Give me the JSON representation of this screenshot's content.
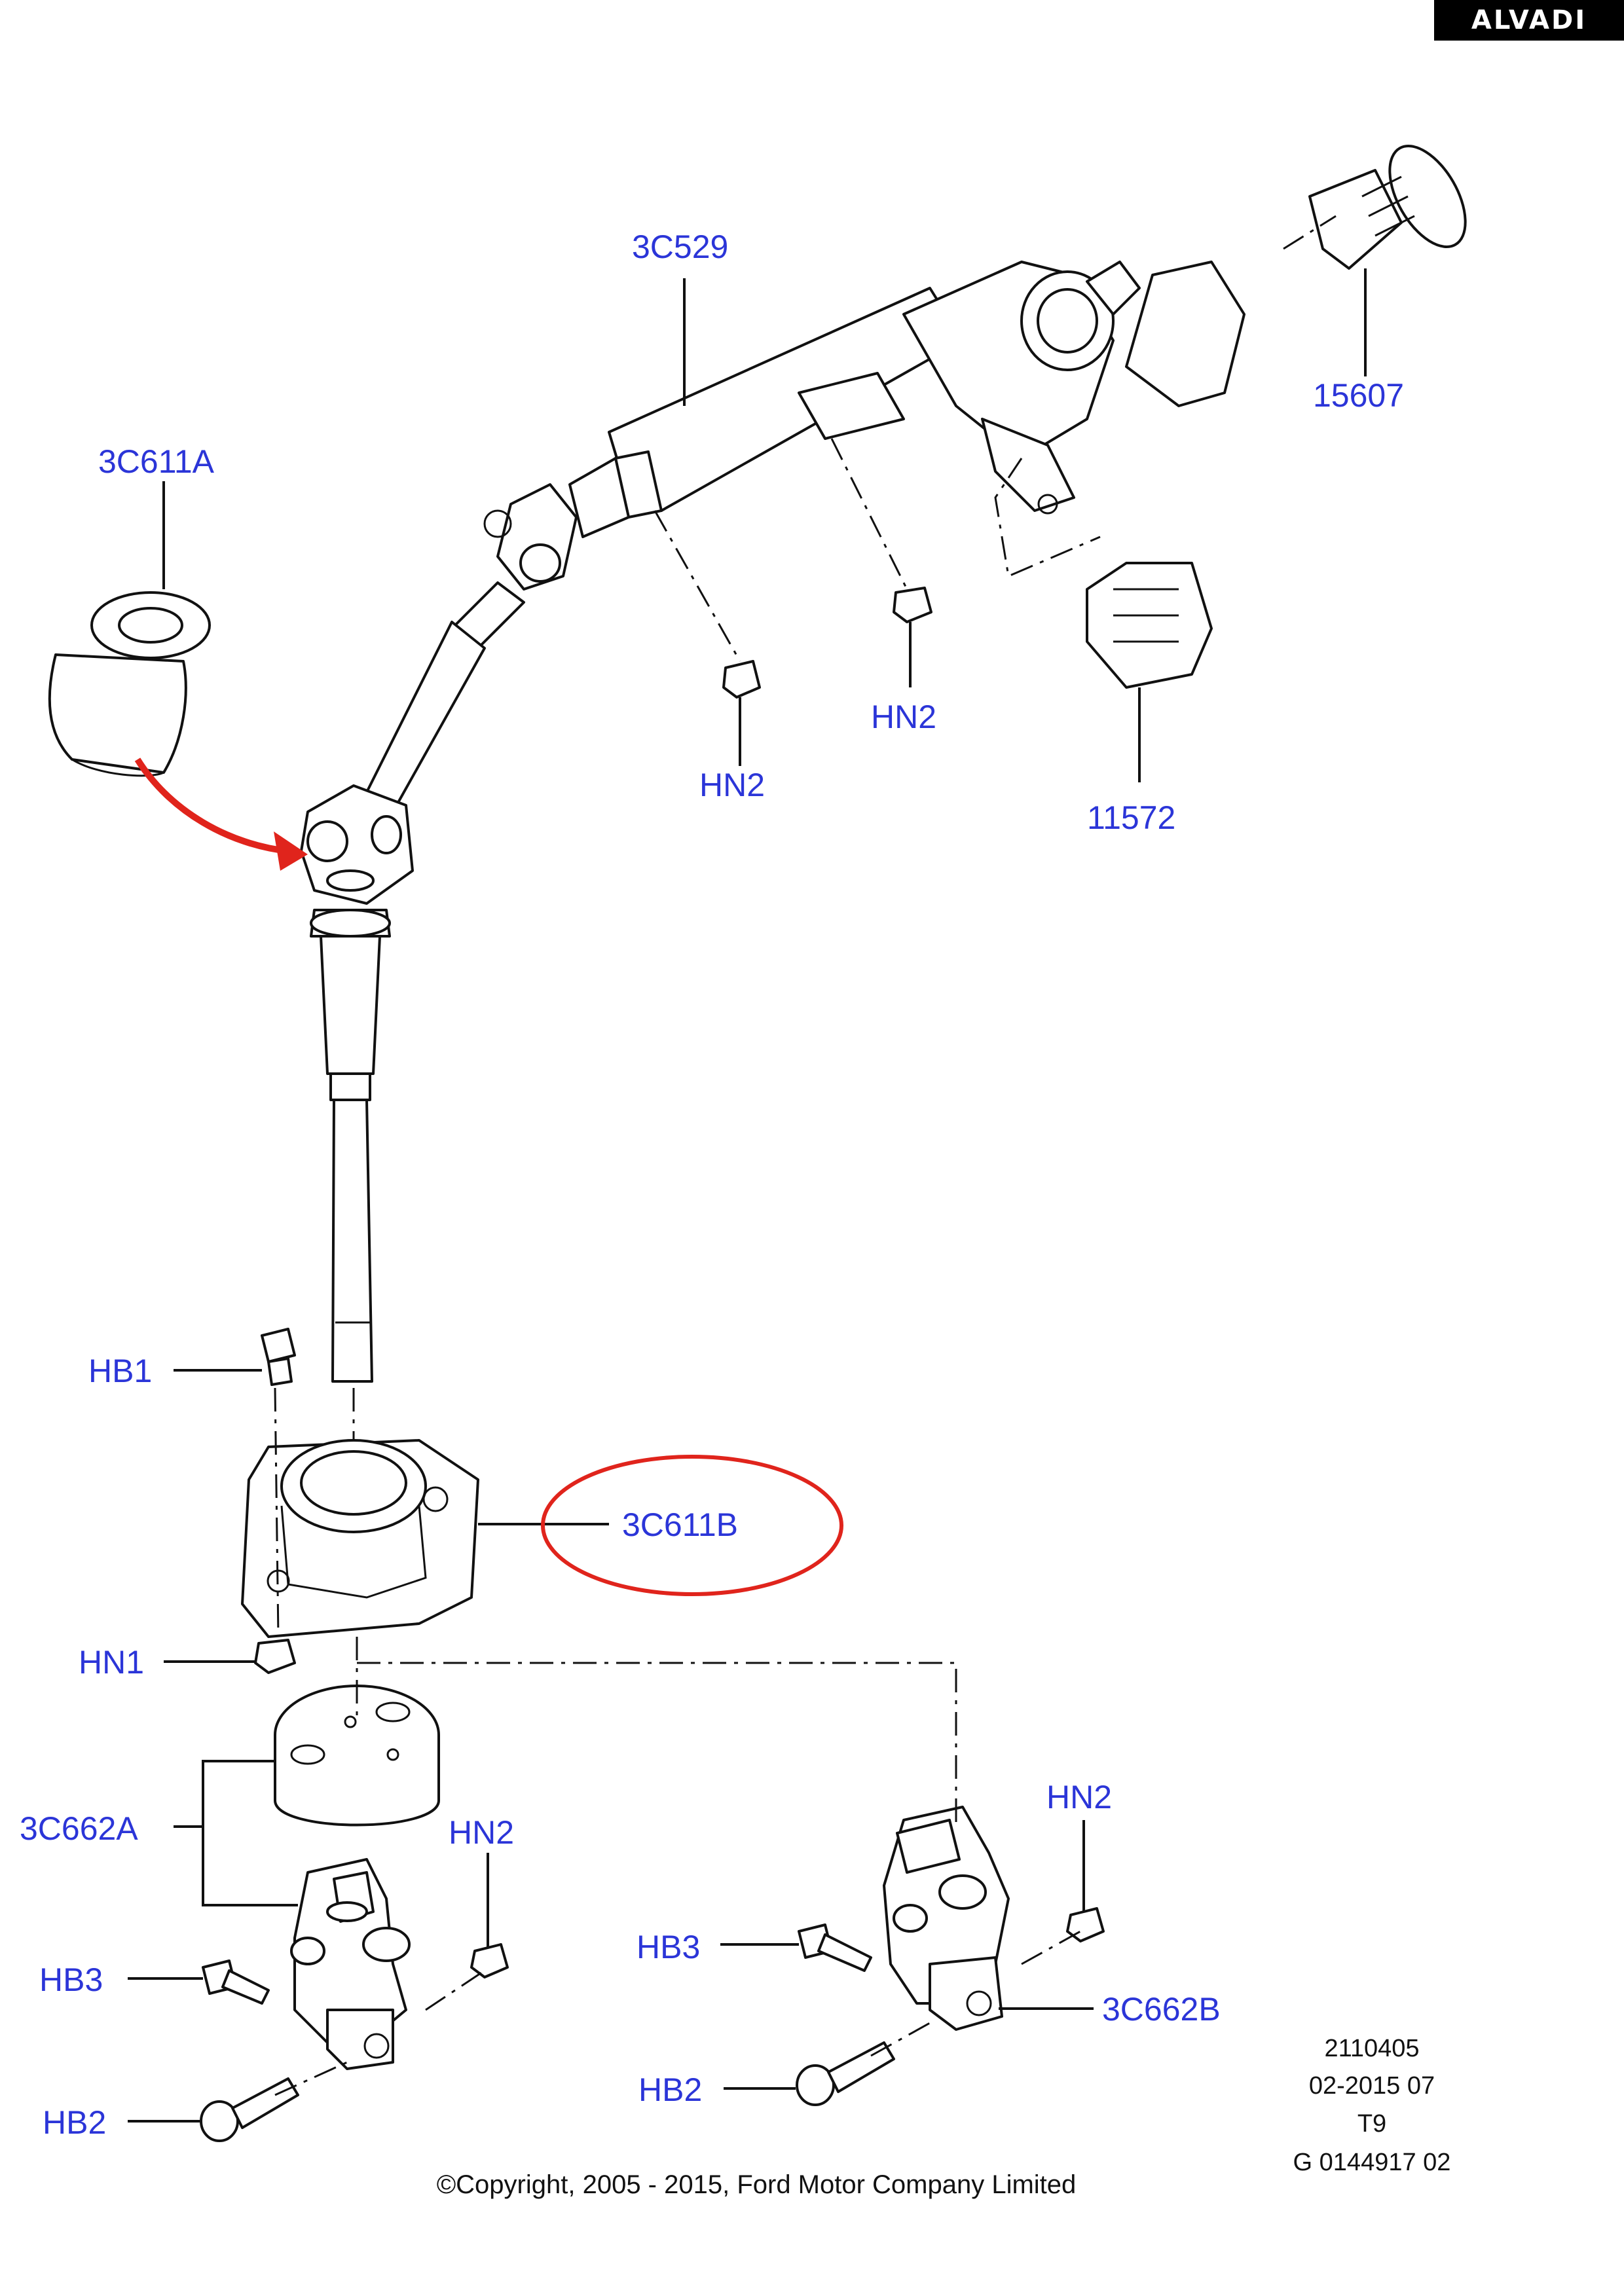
{
  "brand": {
    "watermark": "ALVADI"
  },
  "callouts": {
    "c_3c529": "3C529",
    "c_15607": "15607",
    "c_3c611a": "3C611A",
    "c_hn2_a": "HN2",
    "c_hn2_b": "HN2",
    "c_11572": "11572",
    "c_hb1": "HB1",
    "c_3c611b": "3C611B",
    "c_hn1": "HN1",
    "c_3c662a": "3C662A",
    "c_hn2_c": "HN2",
    "c_hn2_d": "HN2",
    "c_hb3_a": "HB3",
    "c_hb3_b": "HB3",
    "c_3c662b": "3C662B",
    "c_hb2_a": "HB2",
    "c_hb2_b": "HB2"
  },
  "footer": {
    "code_line1": "2110405",
    "code_line2": "02-2015 07",
    "code_line3": "T9",
    "code_line4": "G 0144917 02",
    "copyright": "©Copyright, 2005 - 2015, Ford Motor Company Limited"
  },
  "colors": {
    "callout_text": "#2b35d8",
    "highlight_red": "#e0241c",
    "line_art": "#111111"
  },
  "icons": {
    "arrow": "red-curved-arrow",
    "highlight": "red-ellipse"
  }
}
